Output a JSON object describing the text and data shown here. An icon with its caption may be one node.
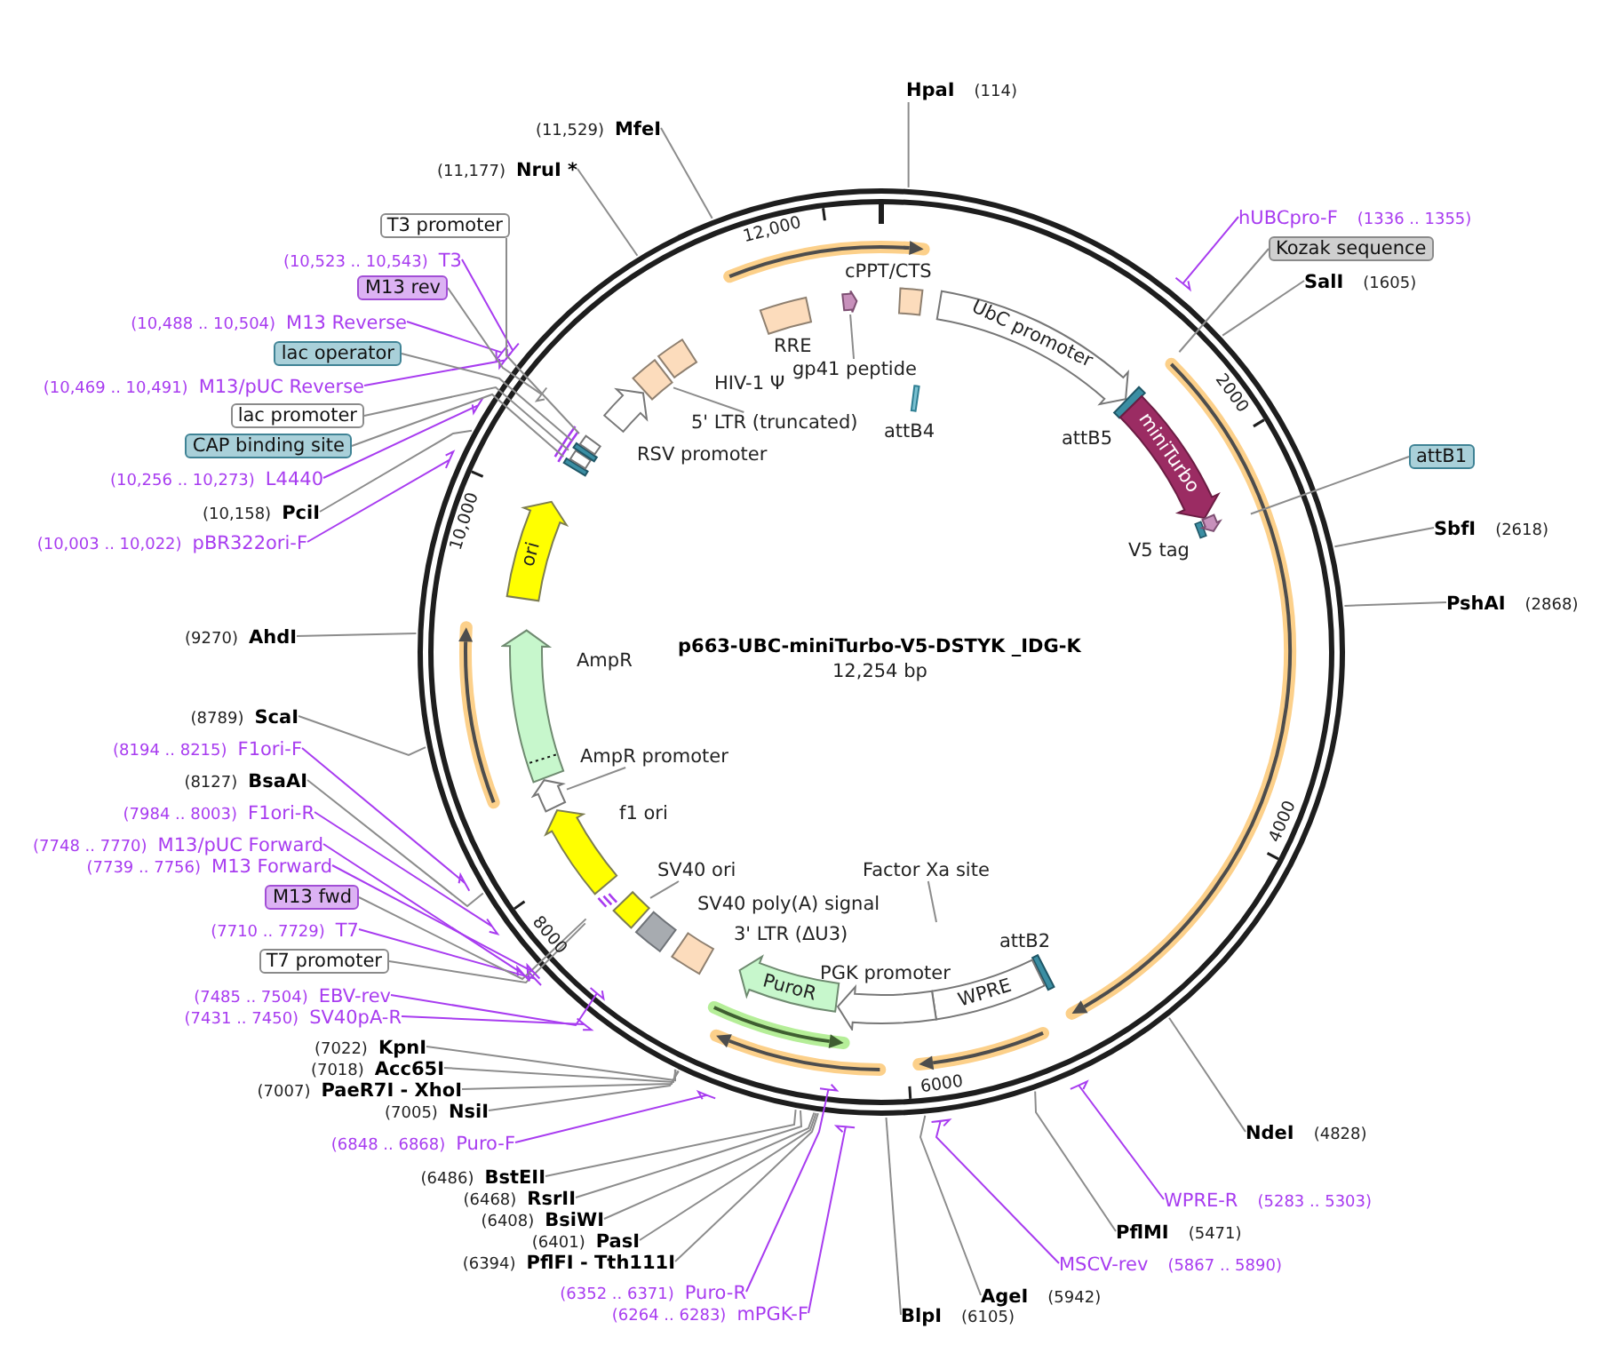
{
  "diagram": {
    "title": "p663-UBC-miniTurbo-V5-DSTYK _IDG-K",
    "nodes": [
      {
        "text": [
          "HpaI",
          "(114)"
        ]
      },
      {
        "text": [
          "hUBCpro-F",
          "(1336 .. 1355)"
        ]
      },
      {
        "text": [
          "Kozak sequence"
        ]
      },
      {
        "text": [
          "SalI",
          "(1605)"
        ]
      },
      {
        "text": [
          "attB1"
        ]
      },
      {
        "text": [
          "SbfI",
          "(2618)"
        ]
      },
      {
        "text": [
          "PshAI",
          "(2868)"
        ]
      },
      {
        "text": [
          "NdeI",
          "(4828)"
        ]
      },
      {
        "text": [
          "WPRE-R",
          "(5283 .. 5303)"
        ]
      },
      {
        "text": [
          "PflMI",
          "(5471)"
        ]
      },
      {
        "text": [
          "MSCV-rev",
          "(5867 .. 5890)"
        ]
      },
      {
        "text": [
          "AgeI",
          "(5942)"
        ]
      },
      {
        "text": [
          "BlpI",
          "(6105)"
        ]
      },
      {
        "text": [
          "(6264 .. 6283)",
          "mPGK-F"
        ]
      },
      {
        "text": [
          "(6352 .. 6371)",
          "Puro-R"
        ]
      },
      {
        "text": [
          "(6394)",
          "PflFI - Tth111I"
        ]
      },
      {
        "text": [
          "(6401)",
          "PasI"
        ]
      },
      {
        "text": [
          "(6408)",
          "BsiWI"
        ]
      },
      {
        "text": [
          "(6468)",
          "RsrII"
        ]
      },
      {
        "text": [
          "(6486)",
          "BstEII"
        ]
      },
      {
        "text": [
          "(6848 .. 6868)",
          "Puro-F"
        ]
      },
      {
        "text": [
          "(7005)",
          "NsiI"
        ]
      },
      {
        "text": [
          "(7007)",
          "PaeR7I - XhoI"
        ]
      },
      {
        "text": [
          "(7018)",
          "Acc65I"
        ]
      },
      {
        "text": [
          "(7022)",
          "KpnI"
        ]
      },
      {
        "text": [
          "(7431 .. 7450)",
          "SV40pA-R"
        ]
      },
      {
        "text": [
          "(7485 .. 7504)",
          "EBV-rev"
        ]
      },
      {
        "text": [
          "T7 promoter"
        ]
      },
      {
        "text": [
          "(7710 .. 7729)",
          "T7"
        ]
      },
      {
        "text": [
          "M13 fwd"
        ]
      },
      {
        "text": [
          "(7739 .. 7756)",
          "M13 Forward"
        ]
      },
      {
        "text": [
          "(7748 .. 7770)",
          "M13/pUC Forward"
        ]
      },
      {
        "text": [
          "(7984 .. 8003)",
          "F1ori-R"
        ]
      },
      {
        "text": [
          "(8127)",
          "BsaAI"
        ]
      },
      {
        "text": [
          "(8194 .. 8215)",
          "F1ori-F"
        ]
      },
      {
        "text": [
          "(8789)",
          "ScaI"
        ]
      },
      {
        "text": [
          "(9270)",
          "AhdI"
        ]
      },
      {
        "text": [
          "(10,003 .. 10,022)",
          "pBR322ori-F"
        ]
      },
      {
        "text": [
          "(10,158)",
          "PciI"
        ]
      },
      {
        "text": [
          "(10,256 .. 10,273)",
          "L4440"
        ]
      },
      {
        "text": [
          "CAP binding site"
        ]
      },
      {
        "text": [
          "lac promoter"
        ]
      },
      {
        "text": [
          "(10,469 .. 10,491)",
          "M13/pUC Reverse"
        ]
      },
      {
        "text": [
          "lac operator"
        ]
      },
      {
        "text": [
          "(10,488 .. 10,504)",
          "M13 Reverse"
        ]
      },
      {
        "text": [
          "M13 rev"
        ]
      },
      {
        "text": [
          "(10,523 .. 10,543)",
          "T3"
        ]
      },
      {
        "text": [
          "T3 promoter"
        ]
      },
      {
        "text": [
          "(11,177)",
          "NruI *"
        ]
      },
      {
        "text": [
          "(11,529)",
          "MfeI"
        ]
      },
      {
        "text": [],
        "shape": "box",
        "beside": [
          "cPPT/CTS"
        ]
      },
      {
        "text": [
          "UbC promoter"
        ]
      },
      {
        "text": [],
        "shape": "bar",
        "beside": [
          "attB4"
        ]
      },
      {
        "text": [],
        "shape": "bar",
        "beside": [
          "attB5"
        ]
      },
      {
        "text": [
          "miniTurbo"
        ]
      },
      {
        "text": [],
        "shape": "arrow",
        "beside": [
          "V5 tag"
        ]
      },
      {
        "text": [],
        "shape": "bar",
        "beside": [
          "attB2"
        ]
      },
      {
        "text": [
          "WPRE"
        ]
      },
      {
        "text": [
          "Factor Xa site"
        ]
      },
      {
        "text": [],
        "shape": "arrow",
        "beside": [
          "PGK promoter"
        ]
      },
      {
        "text": [
          "PuroR"
        ]
      },
      {
        "text": [],
        "shape": "box",
        "beside": [
          "3' LTR (ΔU3)"
        ]
      },
      {
        "text": [],
        "shape": "box",
        "beside": [
          "SV40 poly(A) signal"
        ]
      },
      {
        "text": [],
        "shape": "box"
      },
      {
        "text": [
          "SV40 ori"
        ]
      },
      {
        "text": [],
        "shape": "arrow",
        "beside": [
          "f1 ori"
        ]
      },
      {
        "text": [],
        "shape": "arrow"
      },
      {
        "text": [
          "AmpR promoter"
        ]
      },
      {
        "text": [],
        "shape": "arrow",
        "beside": [
          "AmpR"
        ]
      },
      {
        "text": [
          "ori"
        ]
      },
      {
        "text": [],
        "shape": "arrow",
        "beside": [
          "RSV promoter"
        ]
      },
      {
        "text": [],
        "shape": "box"
      },
      {
        "text": [
          "5' LTR (truncated)"
        ]
      },
      {
        "text": [],
        "shape": "box",
        "beside": [
          "HIV-1 Ψ"
        ]
      },
      {
        "text": [],
        "shape": "box",
        "beside": [
          "RRE"
        ]
      },
      {
        "text": [],
        "shape": "arrow"
      },
      {
        "text": [
          "gp41 peptide"
        ]
      },
      {
        "text": [],
        "shape": "bar"
      },
      {
        "text": [],
        "shape": "bar"
      },
      {
        "text": [],
        "shape": "bar"
      },
      {
        "text": [],
        "shape": "bar"
      }
    ],
    "edges": [
      {
        "from": 0,
        "to": null,
        "arrow": "none"
      },
      {
        "from": 1,
        "to": null,
        "arrow": "none",
        "color": "#a83cf0"
      },
      {
        "from": 2,
        "to": null,
        "arrow": "none"
      },
      {
        "from": 3,
        "to": null,
        "arrow": "none"
      },
      {
        "from": 4,
        "to": null,
        "arrow": "none"
      },
      {
        "from": 5,
        "to": null,
        "arrow": "none"
      },
      {
        "from": 6,
        "to": null,
        "arrow": "none"
      },
      {
        "from": 7,
        "to": null,
        "arrow": "none"
      },
      {
        "from": 8,
        "to": null,
        "arrow": "none",
        "color": "#a83cf0"
      },
      {
        "from": 9,
        "to": null,
        "arrow": "none"
      },
      {
        "from": 10,
        "to": null,
        "arrow": "none",
        "color": "#a83cf0"
      },
      {
        "from": 11,
        "to": null,
        "arrow": "none"
      },
      {
        "from": 12,
        "to": null,
        "arrow": "none"
      },
      {
        "from": 13,
        "to": null,
        "arrow": "none",
        "color": "#a83cf0"
      },
      {
        "from": 14,
        "to": null,
        "arrow": "none",
        "color": "#a83cf0"
      },
      {
        "from": 15,
        "to": null,
        "arrow": "none"
      },
      {
        "from": 16,
        "to": null,
        "arrow": "none"
      },
      {
        "from": 17,
        "to": null,
        "arrow": "none"
      },
      {
        "from": 18,
        "to": null,
        "arrow": "none"
      },
      {
        "from": 19,
        "to": null,
        "arrow": "none"
      },
      {
        "from": 20,
        "to": null,
        "arrow": "none",
        "color": "#a83cf0"
      },
      {
        "from": 21,
        "to": null,
        "arrow": "none"
      },
      {
        "from": 22,
        "to": null,
        "arrow": "none"
      },
      {
        "from": 23,
        "to": null,
        "arrow": "none"
      },
      {
        "from": 24,
        "to": null,
        "arrow": "none"
      },
      {
        "from": 25,
        "to": null,
        "arrow": "none",
        "color": "#a83cf0"
      },
      {
        "from": 26,
        "to": null,
        "arrow": "none",
        "color": "#a83cf0"
      },
      {
        "from": 27,
        "to": null,
        "arrow": "none"
      },
      {
        "from": 28,
        "to": null,
        "arrow": "none",
        "color": "#a83cf0"
      },
      {
        "from": 29,
        "to": null,
        "arrow": "none"
      },
      {
        "from": 30,
        "to": null,
        "arrow": "none",
        "color": "#a83cf0"
      },
      {
        "from": 31,
        "to": null,
        "arrow": "none",
        "color": "#a83cf0"
      },
      {
        "from": 32,
        "to": null,
        "arrow": "none",
        "color": "#a83cf0"
      },
      {
        "from": 33,
        "to": null,
        "arrow": "none"
      },
      {
        "from": 34,
        "to": null,
        "arrow": "none",
        "color": "#a83cf0"
      },
      {
        "from": 35,
        "to": null,
        "arrow": "none"
      },
      {
        "from": 36,
        "to": null,
        "arrow": "none"
      },
      {
        "from": 37,
        "to": null,
        "arrow": "none",
        "color": "#a83cf0"
      },
      {
        "from": 38,
        "to": null,
        "arrow": "none"
      },
      {
        "from": 39,
        "to": null,
        "arrow": "none",
        "color": "#a83cf0"
      },
      {
        "from": 40,
        "to": 77,
        "arrow": "none"
      },
      {
        "from": 41,
        "to": 78,
        "arrow": "none"
      },
      {
        "from": 42,
        "to": null,
        "arrow": "none",
        "color": "#a83cf0"
      },
      {
        "from": 43,
        "to": 79,
        "arrow": "none"
      },
      {
        "from": 44,
        "to": null,
        "arrow": "none",
        "color": "#a83cf0"
      },
      {
        "from": 45,
        "to": null,
        "arrow": "none"
      },
      {
        "from": 46,
        "to": null,
        "arrow": "none",
        "color": "#a83cf0"
      },
      {
        "from": 47,
        "to": 80,
        "arrow": "none"
      },
      {
        "from": 48,
        "to": null,
        "arrow": "none"
      },
      {
        "from": 49,
        "to": null,
        "arrow": "none"
      },
      {
        "from": 58,
        "to": null,
        "arrow": "none"
      },
      {
        "from": 64,
        "to": 63,
        "arrow": "none"
      },
      {
        "from": 67,
        "to": 66,
        "arrow": "none"
      },
      {
        "from": 72,
        "to": 71,
        "arrow": "none"
      },
      {
        "from": 76,
        "to": 75,
        "arrow": "none"
      }
    ],
    "labels": [
      "12,254 bp",
      "12,000",
      "2000",
      "4000",
      "6000",
      "8000",
      "10,000"
    ]
  }
}
